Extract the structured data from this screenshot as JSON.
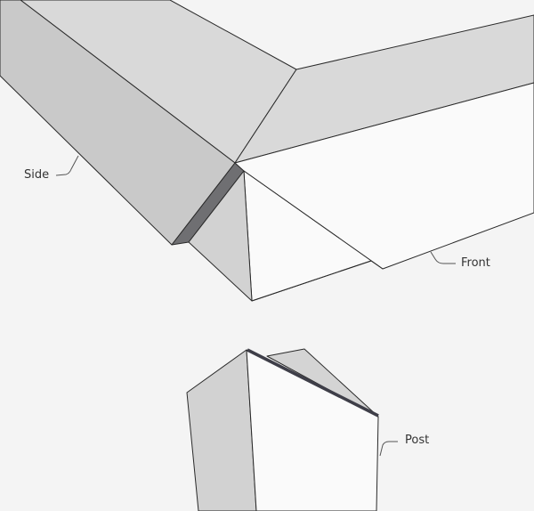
{
  "labels": {
    "side": "Side",
    "front": "Front",
    "post": "Post"
  },
  "colors": {
    "background": "#f4f4f4",
    "top_face": "#d9d9d9",
    "side_face": "#c9c9c9",
    "white_face": "#fafafa",
    "dark_edge": "#6f6f72",
    "post_edge": "#3e3e48",
    "line": "#2a2a2a"
  }
}
